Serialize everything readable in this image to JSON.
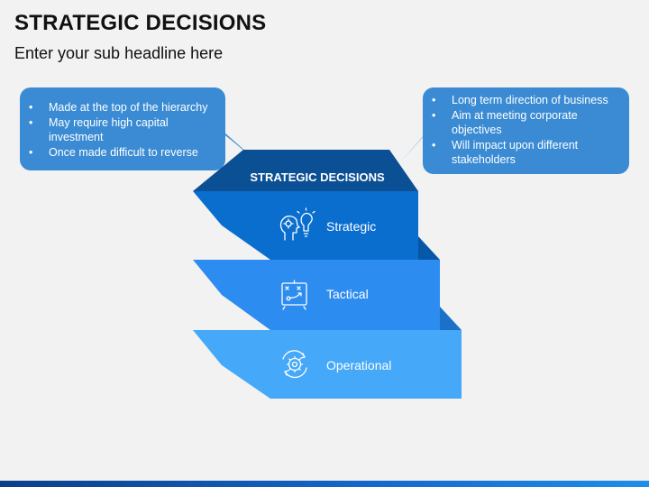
{
  "slide": {
    "title": "STRATEGIC DECISIONS",
    "subtitle": "Enter your sub headline here"
  },
  "callouts": {
    "left": {
      "items": [
        "Made at the top of the hierarchy",
        "May require high capital investment",
        "Once made difficult to reverse"
      ]
    },
    "right": {
      "items": [
        "Long term direction of business",
        "Aim at meeting corporate objectives",
        "Will impact upon different stakeholders"
      ]
    }
  },
  "diagram": {
    "header": "STRATEGIC DECISIONS",
    "levels": [
      {
        "label": "Strategic",
        "icon": "brain-lightbulb-icon"
      },
      {
        "label": "Tactical",
        "icon": "strategy-board-icon"
      },
      {
        "label": "Operational",
        "icon": "gear-cycle-icon"
      }
    ]
  },
  "colors": {
    "top_face": "#0b4f94",
    "level_1": "#0a6ecf",
    "level_1_side": "#0757a8",
    "level_2": "#2d8cf0",
    "level_2_side": "#1b70c8",
    "level_3": "#45a8f8",
    "level_3_side": "#2b8ad8",
    "callout": "#3a8bd3"
  }
}
